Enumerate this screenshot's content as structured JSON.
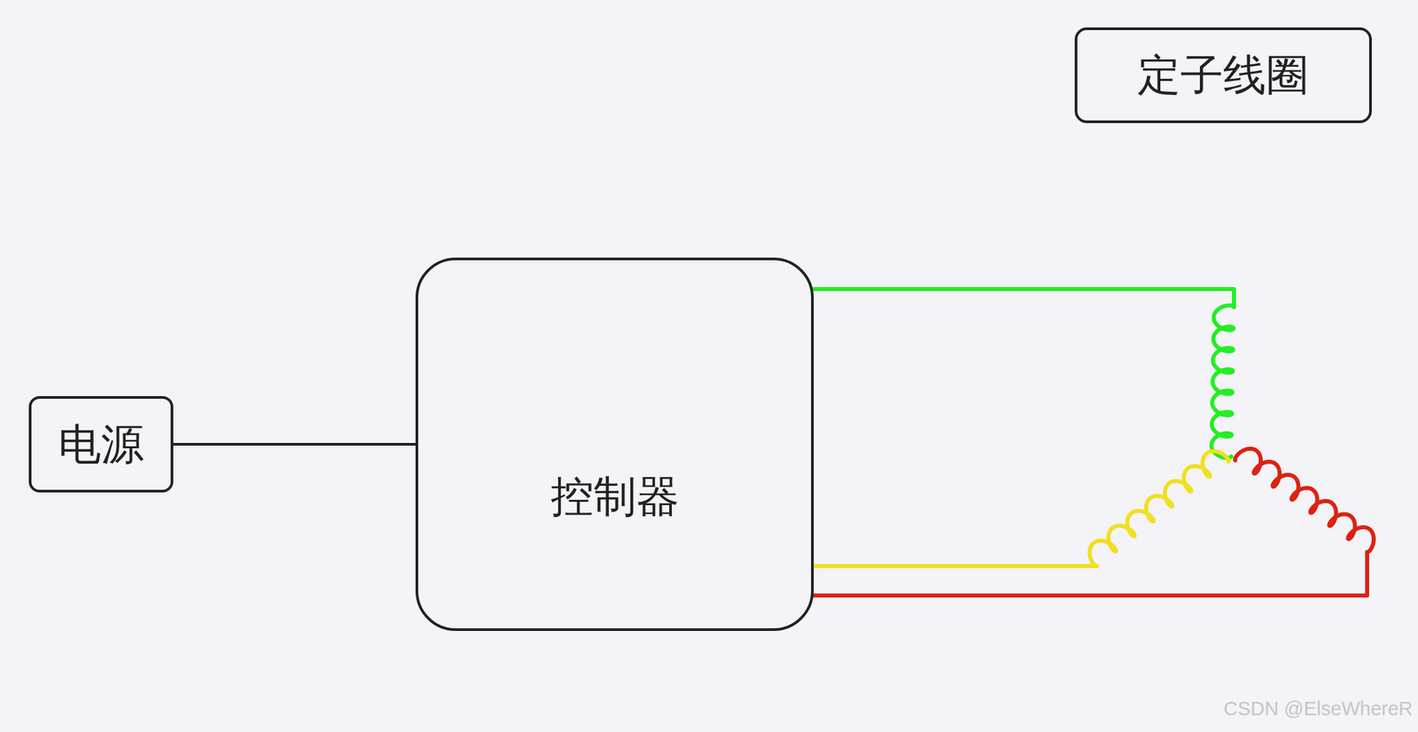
{
  "diagram": {
    "nodes": [
      {
        "text": [
          "定子线圈"
        ]
      },
      {
        "text": [
          "电源"
        ]
      },
      {
        "text": [
          "控制器"
        ]
      }
    ],
    "edges": [
      {
        "from": 1,
        "to": 2,
        "arrow": "none"
      }
    ],
    "labels": [
      "CSDN @ElseWhereR"
    ]
  }
}
